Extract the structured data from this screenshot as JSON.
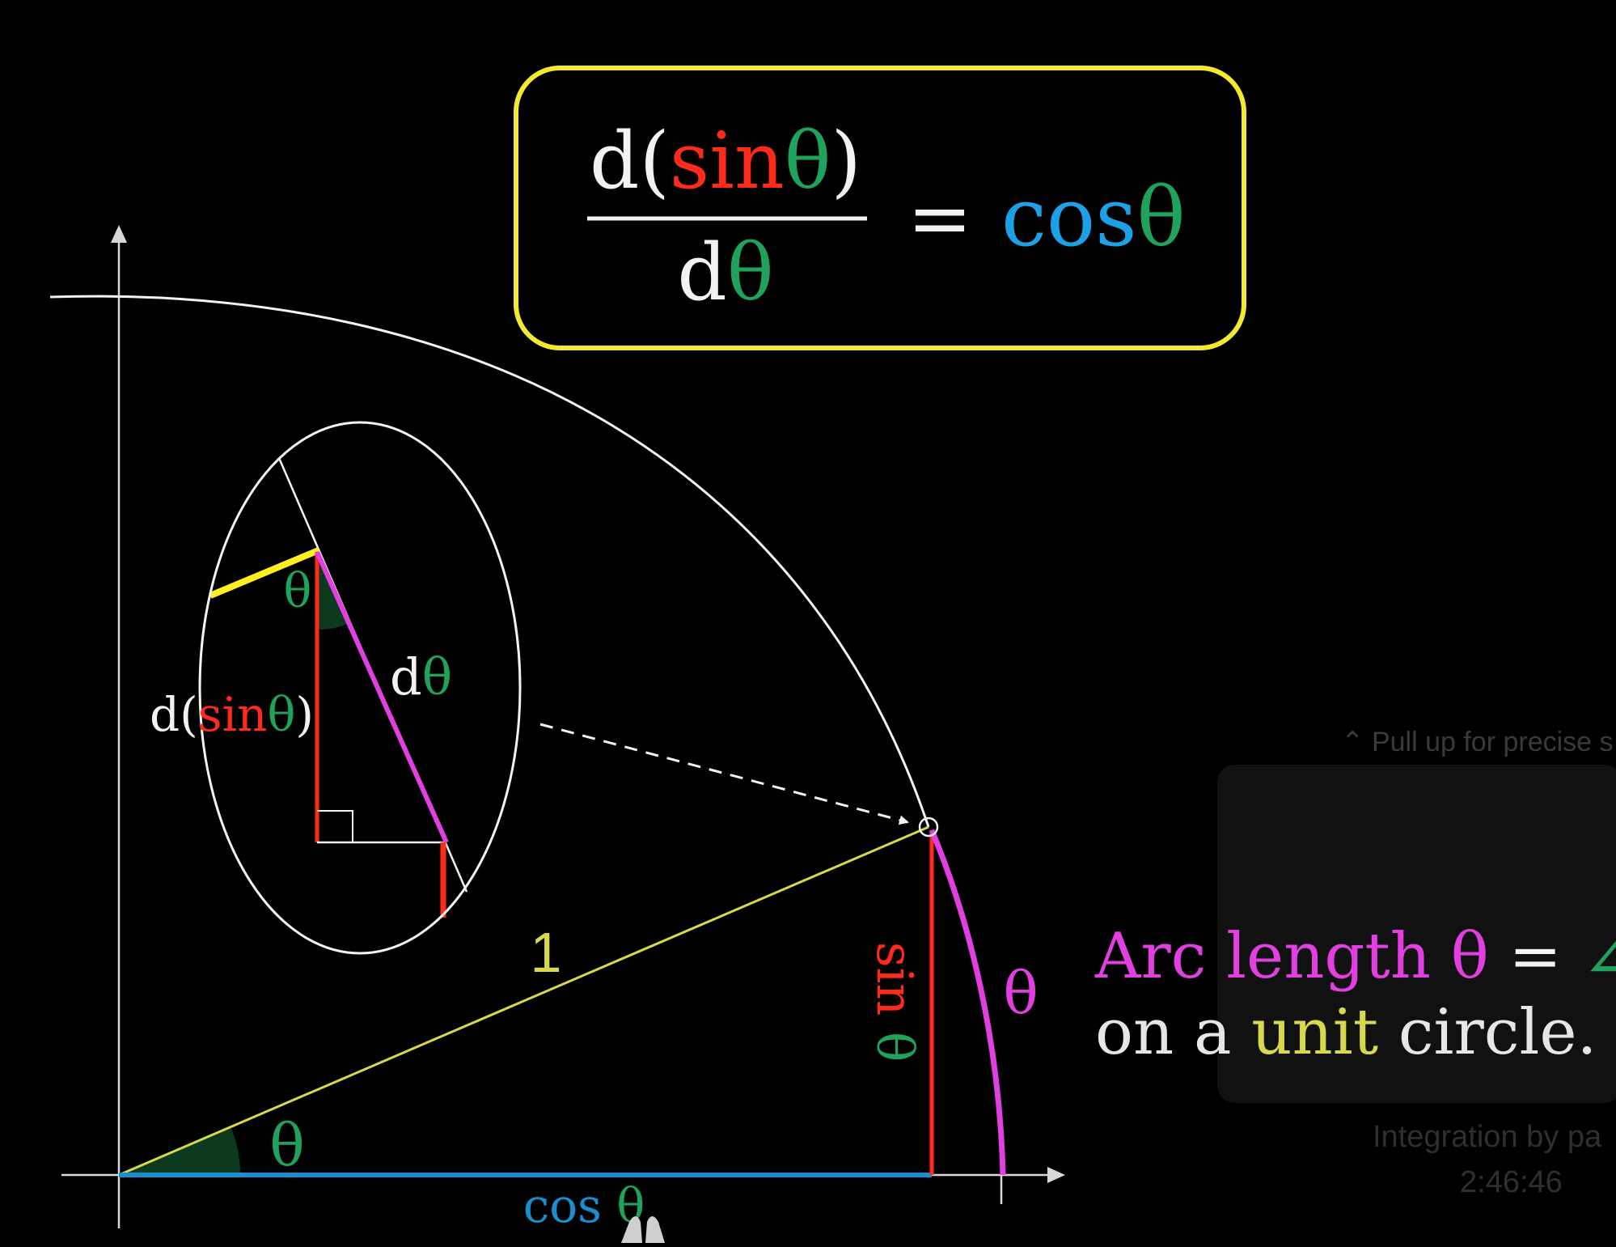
{
  "colors": {
    "white": "#f2f2f2",
    "red": "#ff2a1a",
    "green": "#1fa35c",
    "blue": "#1da1e6",
    "yellow": "#ffee22",
    "magenta": "#e13fe0",
    "olive_yellow": "#d9d84a",
    "box_border": "#f5e92e",
    "overlay_text": "#3a3a3a"
  },
  "formula": {
    "num_prefix": "d(",
    "num_sin": "sin",
    "num_theta": "θ",
    "num_suffix": ")",
    "den_prefix": "d",
    "den_theta": "θ",
    "equals": "=",
    "rhs_cos": "cos",
    "rhs_theta": "θ"
  },
  "zoom": {
    "theta": "θ",
    "dtheta_prefix": "d",
    "dtheta_theta": "θ",
    "dsin_prefix": "d(",
    "dsin_sin": "sin",
    "dsin_theta": "θ",
    "dsin_suffix": ")"
  },
  "main": {
    "radius_label": "1",
    "angle_label": "θ",
    "arc_label": "θ",
    "sin_label_sin": "sin",
    "sin_label_theta": "θ",
    "cos_label_cos": "cos",
    "cos_label_theta": "θ"
  },
  "caption": {
    "line1_arc": "Arc length θ",
    "line1_eq": " = ",
    "line1_angle": "∠θ",
    "line2_pre": "on a ",
    "line2_unit": "unit",
    "line2_post": " circle."
  },
  "overlay": {
    "pull_hint": "Pull up for precise s",
    "chapter_title": "Integration by pa",
    "timestamp": "2:46:46"
  }
}
